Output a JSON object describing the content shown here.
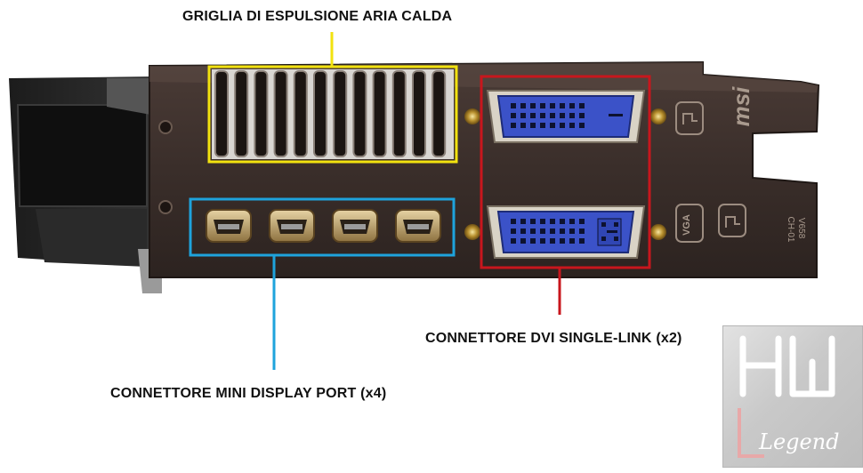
{
  "labels": {
    "vent": "GRIGLIA DI ESPULSIONE ARIA CALDA",
    "dvi": "CONNETTORE DVI SINGLE-LINK (x2)",
    "minidp": "CONNETTORE MINI DISPLAY PORT (x4)"
  },
  "bracket_marks": {
    "brand": "msi",
    "vga": "VGA",
    "code": "V658\nCH-01"
  },
  "watermark": {
    "top": "HW",
    "bottom": "Legend"
  },
  "colors": {
    "vent_box": "#f2e20f",
    "minidp_box": "#1ea3dc",
    "dvi_box": "#c8161d",
    "bracket": "#3a2e2a",
    "dvi_connector": "#3b52c8"
  }
}
